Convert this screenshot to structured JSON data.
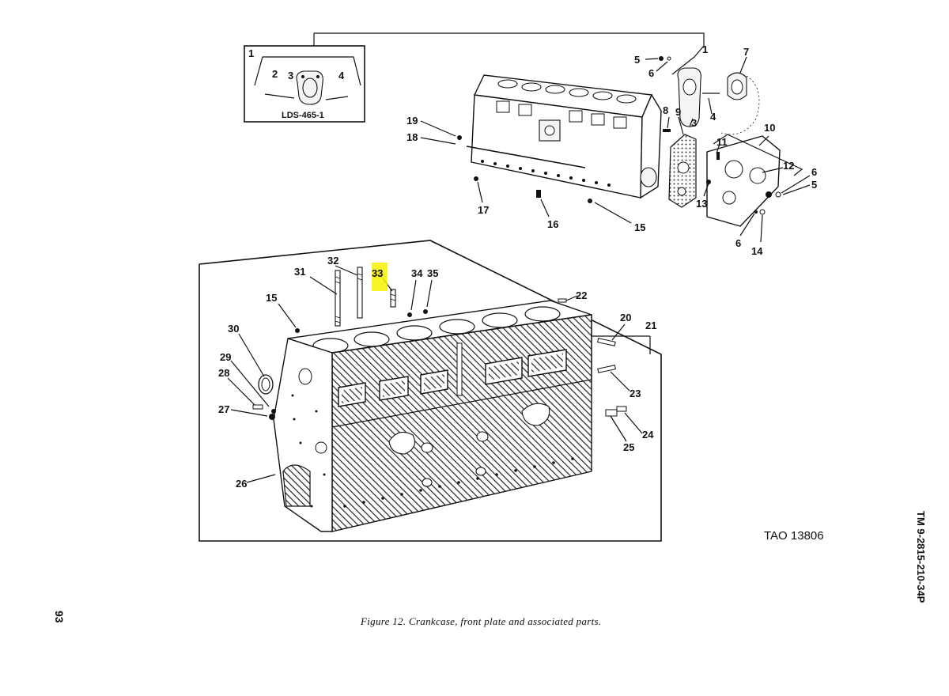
{
  "figure": {
    "caption": "Figure 12. Crankcase, front plate and associated parts.",
    "drawing_id": "TAO 13806",
    "inset_id": "LDS-465-1",
    "document_id": "TM 9-2815-210-34P",
    "page_number": "93",
    "highlighted_callout": "33",
    "highlight_color": "#f7f300"
  },
  "inset_callouts": [
    "1",
    "2",
    "3",
    "4"
  ],
  "top_callouts": [
    "1",
    "5",
    "6",
    "7",
    "8",
    "9",
    "3",
    "4",
    "10",
    "11",
    "12",
    "6",
    "5",
    "13",
    "6",
    "14",
    "19",
    "18",
    "17",
    "16",
    "15"
  ],
  "bottom_callouts": [
    "31",
    "32",
    "33",
    "34",
    "35",
    "22",
    "15",
    "30",
    "29",
    "28",
    "27",
    "26",
    "20",
    "21",
    "23",
    "24",
    "25"
  ]
}
